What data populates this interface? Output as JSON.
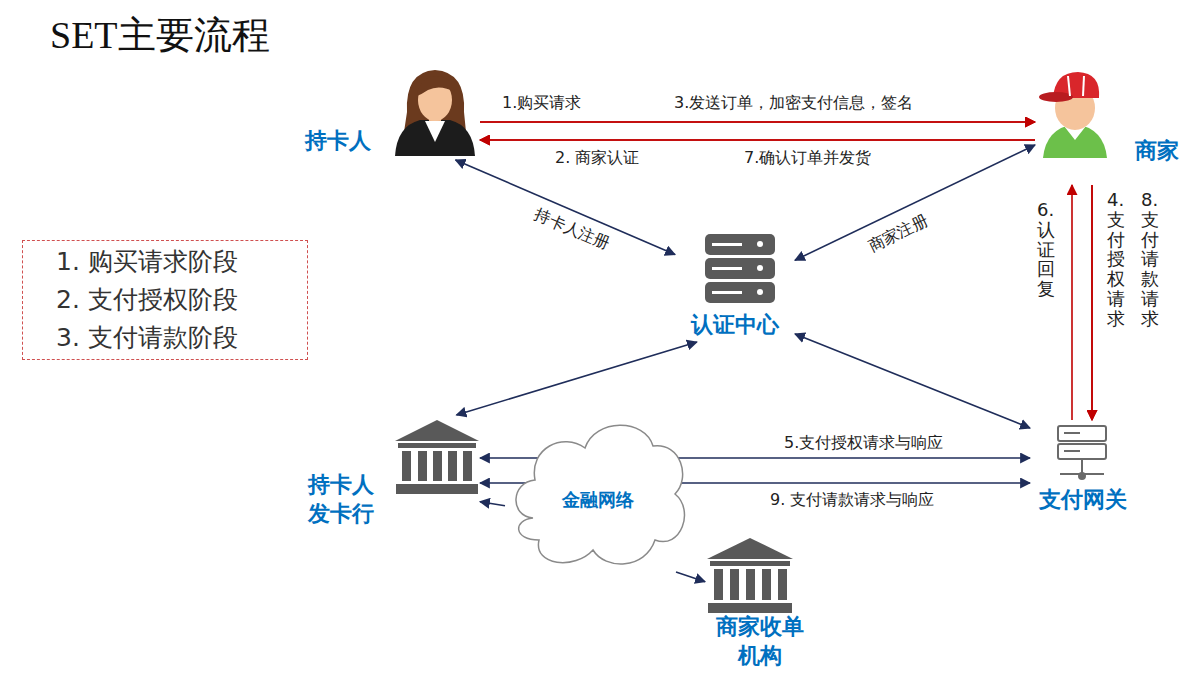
{
  "diagram": {
    "title": "SET主要流程",
    "nodes": [
      {
        "text": [
          "持卡人"
        ]
      },
      {
        "text": [
          "商家"
        ]
      },
      {
        "text": [
          "1. 购买请求阶段",
          "2. 支付授权阶段",
          "3. 支付请款阶段"
        ]
      },
      {
        "text": [
          "认证中心"
        ]
      },
      {
        "text": [
          "持卡人 发卡行"
        ]
      },
      {
        "text": [
          "金融网络"
        ]
      },
      {
        "text": [
          "支付网关"
        ]
      },
      {
        "text": [
          "商家收单 机构"
        ]
      }
    ],
    "edges": [
      {
        "from": 0,
        "to": 1,
        "arrow": "to",
        "label": "1.购买请求"
      },
      {
        "from": 0,
        "to": 1,
        "arrow": "to",
        "label": "3.发送订单，加密支付信息，签名"
      },
      {
        "from": 1,
        "to": 0,
        "arrow": "to",
        "label": "2. 商家认证"
      },
      {
        "from": 1,
        "to": 0,
        "arrow": "to",
        "label": "7.确认订单并发货"
      },
      {
        "from": 0,
        "to": 3,
        "arrow": "both",
        "label": "持卡人注册"
      },
      {
        "from": 1,
        "to": 3,
        "arrow": "both",
        "label": "商家注册"
      },
      {
        "from": 1,
        "to": 6,
        "arrow": "to",
        "label": "4. 支付授权请求"
      },
      {
        "from": 1,
        "to": 6,
        "arrow": "to",
        "label": "8. 支付请款请求"
      },
      {
        "from": 6,
        "to": 1,
        "arrow": "to",
        "label": "6. 认证回复"
      },
      {
        "from": 3,
        "to": 4,
        "arrow": "both"
      },
      {
        "from": 3,
        "to": 6,
        "arrow": "both"
      },
      {
        "from": 4,
        "to": 6,
        "arrow": "both",
        "label": "5.支付授权请求与响应"
      },
      {
        "from": 4,
        "to": 6,
        "arrow": "both",
        "label": "9. 支付请款请求与响应"
      },
      {
        "from": 5,
        "to": 4,
        "arrow": "to"
      },
      {
        "from": 5,
        "to": 7,
        "arrow": "to"
      }
    ]
  }
}
